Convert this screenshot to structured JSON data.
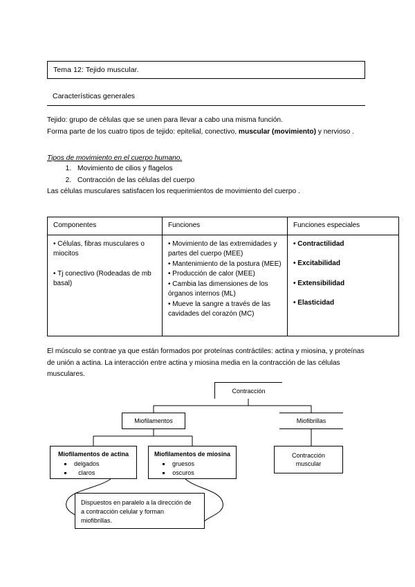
{
  "document": {
    "title_box": "Tema 12: Tejido muscular.",
    "section_heading": "Características generales",
    "intro": {
      "line1": "Tejido: grupo de células que se unen para llevar a cabo una misma función.",
      "line2_pre": "Forma parte de los cuatro tipos de tejido: epitelial, conectivo, ",
      "line2_bold": "muscular (movimiento)",
      "line2_post": " y nervioso ."
    },
    "subheading": "Tipos de movimiento en el cuerpo humano.",
    "numbered_list": [
      "Movimiento de cilios y flagelos",
      "Contracción de las células del cuerpo"
    ],
    "after_list": "Las células musculares satisfacen los requerimientos de movimiento del cuerpo .",
    "paragraph2": "El músculo se contrae ya que están formados por proteínas contráctiles: actina y miosina, y proteínas de unión a actina. La interacción entre actina y miosina media en la contracción de las células musculares."
  },
  "table": {
    "headers": [
      "Componentes",
      "Funciones",
      "Funciones especiales"
    ],
    "componentes": [
      "• Células, fibras musculares o miocitos",
      "• Tj conectivo (Rodeadas de mb basal)"
    ],
    "funciones": [
      "• Movimiento de las extremidades y partes del cuerpo (MEE)",
      "• Mantenimiento de la postura (MEE)",
      "• Producción de calor (MEE)",
      "• Cambia las dimensiones de los órganos internos (ML)",
      "• Mueve la sangre a través de las cavidades del corazón (MC)"
    ],
    "funciones_especiales": [
      "• Contractilidad",
      "• Excitabilidad",
      "• Extensibilidad",
      "• Elasticidad"
    ]
  },
  "diagram": {
    "root": "Contracción",
    "branch_left": "Miofilamentos",
    "branch_right": "Miofibrillas",
    "actina": {
      "title": "Miofilamentos de actina",
      "bullets": [
        "delgados",
        "claros"
      ]
    },
    "miosina": {
      "title": "Miofilamentos de miosina",
      "bullets": [
        "gruesos",
        "oscuros"
      ]
    },
    "contraccion_muscular": "Contracción\nmuscular",
    "explanation": {
      "line1": "Dispuestos en paralelo a la dirección de",
      "line2": "a contracción celular y forman",
      "line3": "miofibrillas."
    }
  }
}
